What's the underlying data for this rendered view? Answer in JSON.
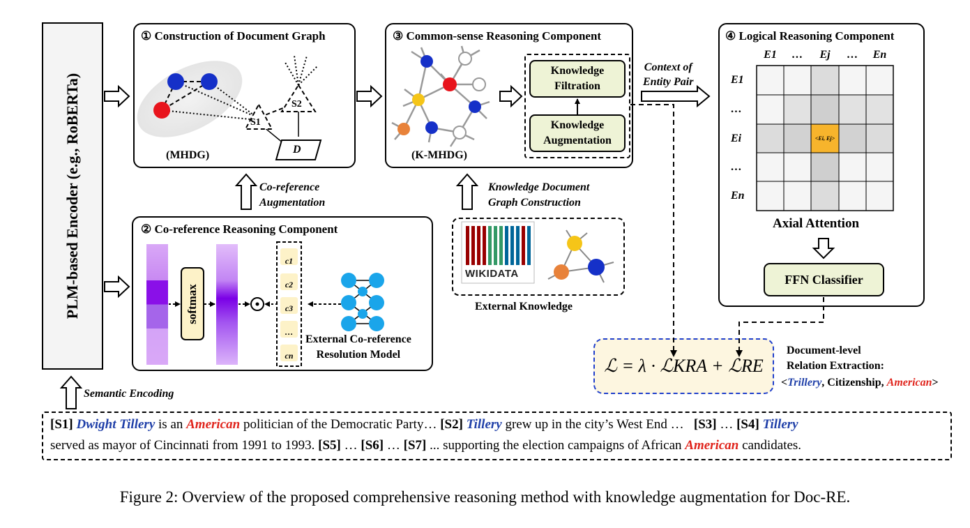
{
  "encoder": {
    "label": "PLM-based Encoder (e.g., RoBERTa)"
  },
  "semantic_encoding": "Semantic Encoding",
  "panel1": {
    "num": "①",
    "title": "Construction of Document Graph",
    "graph_label": "(MHDG)",
    "node_s1": "S1",
    "node_s2": "S2",
    "node_d": "D"
  },
  "coref_aug": {
    "line1": "Co-reference",
    "line2": "Augmentation"
  },
  "panel2": {
    "num": "②",
    "title": "Co-reference Reasoning Component",
    "softmax": "softmax",
    "c_items": [
      "c1",
      "c2",
      "c3",
      "…",
      "cn"
    ],
    "model_line1": "External Co-reference",
    "model_line2": "Resolution Model"
  },
  "panel3": {
    "num": "③",
    "title": "Common-sense Reasoning Component",
    "graph_label": "(K-MHDG)",
    "filtration_line1": "Knowledge",
    "filtration_line2": "Filtration",
    "augmentation_line1": "Knowledge",
    "augmentation_line2": "Augmentation"
  },
  "kdg": {
    "line1": "Knowledge Document",
    "line2": "Graph Construction"
  },
  "external_knowledge": {
    "wikidata": "WIKIDATA",
    "label": "External Knowledge"
  },
  "context": {
    "line1": "Context of",
    "line2": "Entity Pair"
  },
  "panel4": {
    "num": "④",
    "title": "Logical Reasoning Component",
    "col_headers": [
      "E1",
      "…",
      "Ej",
      "…",
      "En"
    ],
    "row_headers": [
      "E1",
      "…",
      "Ei",
      "…",
      "En"
    ],
    "cell": "<Ei, Ej>",
    "axial": "Axial Attention",
    "ffn": "FFN Classifier"
  },
  "loss": {
    "formula": "ℒ = λ · ℒKRA + ℒRE"
  },
  "output": {
    "line1": "Document-level",
    "line2": "Relation Extraction:",
    "head": "Trillery",
    "relation": "Citizenship",
    "tail": "American"
  },
  "document": {
    "s1": "[S1]",
    "dwight": "Dwight Tillery",
    "t1": "is an",
    "american": "American",
    "t2": "politician of the Democratic Party…",
    "s2": "[S2]",
    "tillery": "Tillery",
    "t3": "grew up in the city’s West End …",
    "s3": "[S3]",
    "t4": "…",
    "s4": "[S4]",
    "t5": "served as mayor of  Cincinnati from 1991 to 1993.",
    "s5": "[S5]",
    "s6": "[S6]",
    "s7": "[S7]",
    "t6": "... supporting the election campaigns of African",
    "t7": "candidates."
  },
  "caption": "Figure 2: Overview of the proposed comprehensive reasoning method with knowledge augmentation for Doc-RE.",
  "colors": {
    "blue_node": "#1530c8",
    "red_node": "#e8141c",
    "yellow_node": "#f5c518",
    "orange_node": "#e8823a",
    "green_fill": "#eef3d6",
    "cream_fill": "#fdf6e0",
    "loss_border": "#1f3fcc",
    "highlight": "#f7b42c"
  }
}
